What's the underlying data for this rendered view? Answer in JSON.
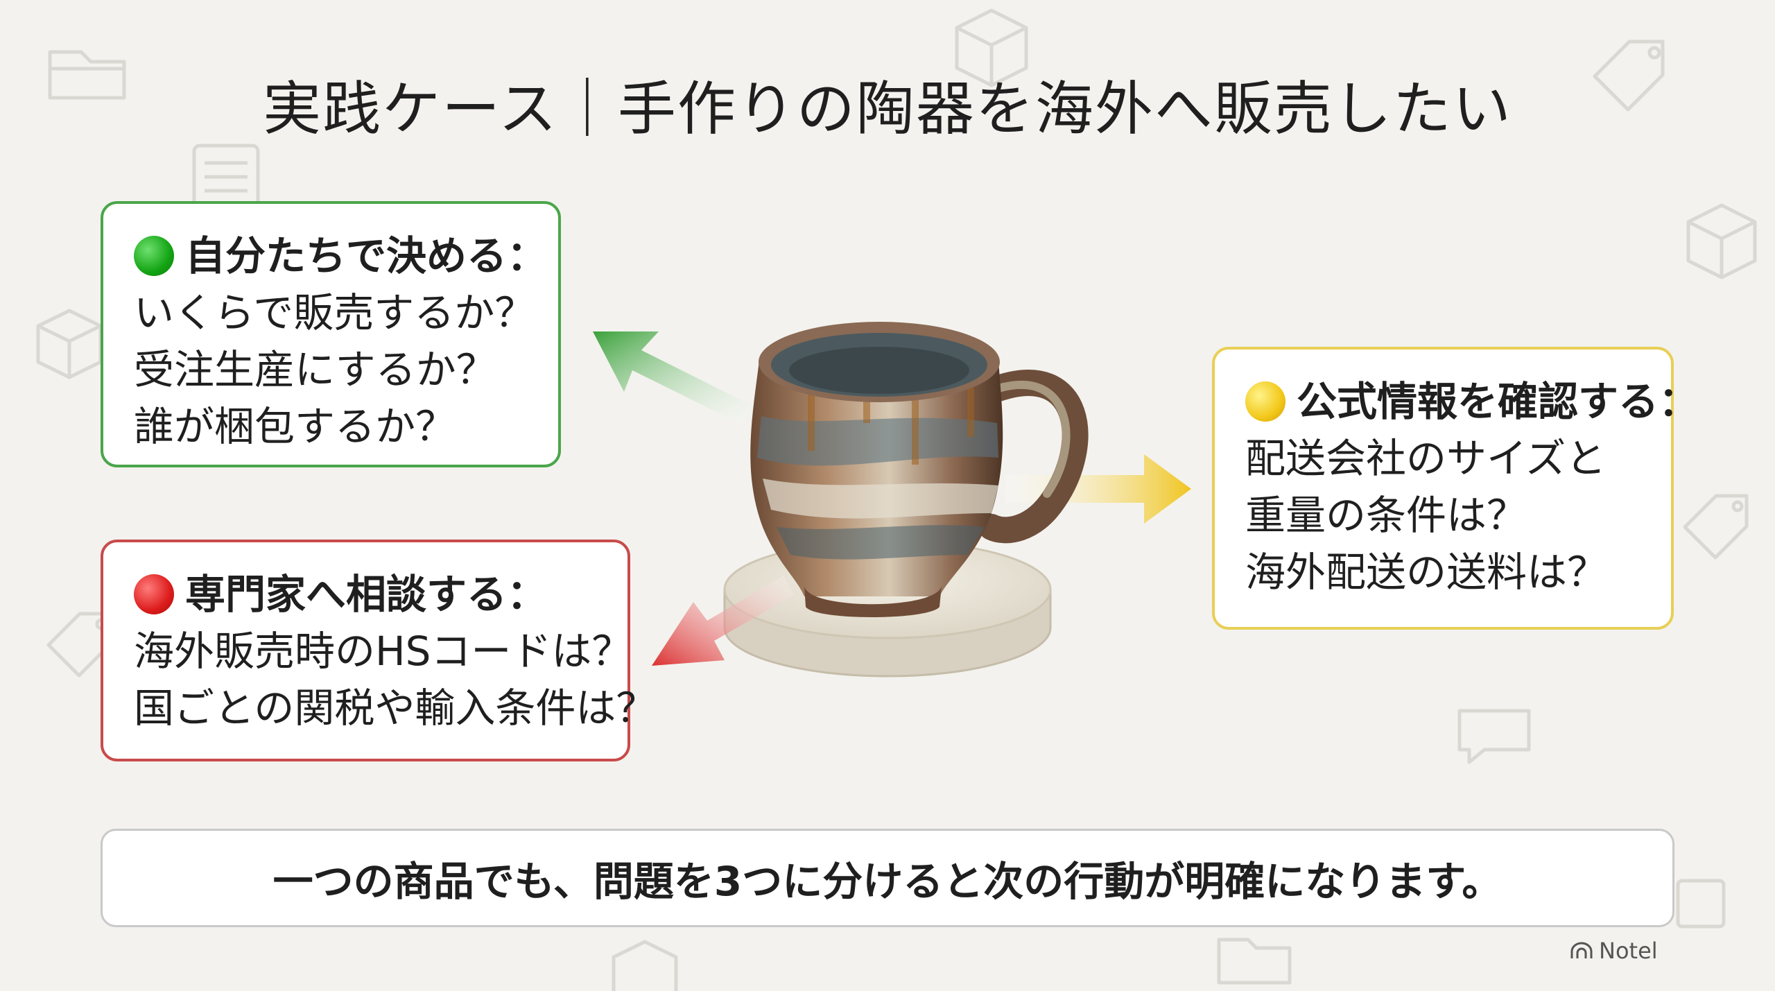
{
  "title": "実践ケース｜手作りの陶器を海外へ販売したい",
  "cards": {
    "decide": {
      "heading": "自分たちで決める：",
      "lines": [
        "いくらで販売するか？",
        "受注生産にするか？",
        "誰が梱包するか？"
      ],
      "color": "#4aa64a"
    },
    "consult": {
      "heading": "専門家へ相談する：",
      "lines": [
        "海外販売時のHSコードは？",
        "国ごとの関税や輸入条件は？"
      ],
      "color": "#c84b4b"
    },
    "verify": {
      "heading": "公式情報を確認する：",
      "lines": [
        "配送会社のサイズと",
        "重量の条件は？",
        "海外配送の送料は？"
      ],
      "color": "#e8cf56"
    }
  },
  "bottom_message": "一つの商品でも、問題を3つに分けると次の行動が明確になります。",
  "brand": "Notel",
  "icons": [
    "folder-icon",
    "box-icon",
    "tag-icon",
    "document-icon",
    "chat-icon",
    "mug-image",
    "arrow-icon"
  ]
}
